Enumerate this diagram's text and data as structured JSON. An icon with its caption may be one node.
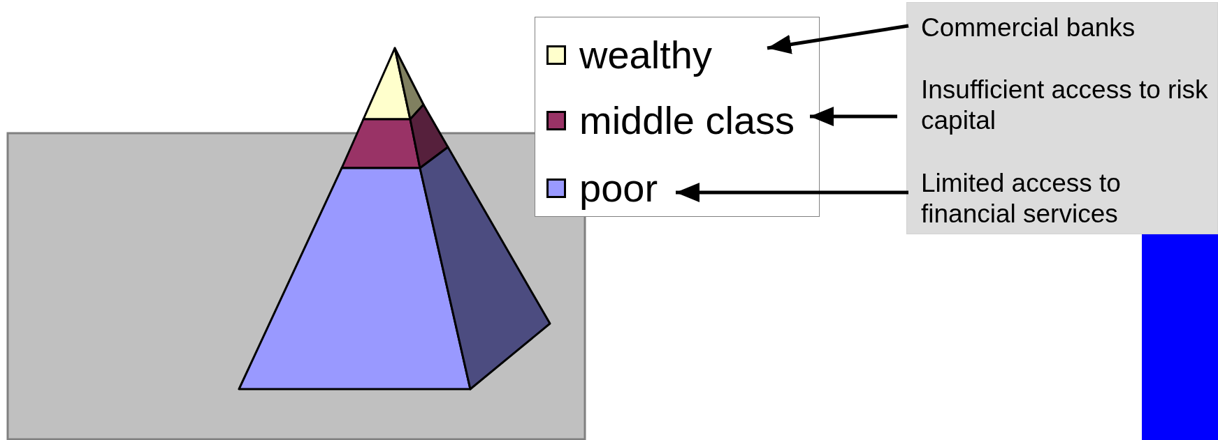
{
  "diagram": {
    "nodes": [
      {
        "text": [],
        "shape": "box"
      },
      {
        "text": [
          "wealthy"
        ],
        "in": 0
      },
      {
        "text": [
          "middle class"
        ],
        "in": 0
      },
      {
        "text": [
          "poor"
        ],
        "in": 0
      },
      {
        "text": [],
        "shape": "box"
      },
      {
        "text": [
          "Commercial banks"
        ],
        "in": 4
      },
      {
        "text": [
          "Insufficient access to risk capital"
        ],
        "in": 4
      },
      {
        "text": [
          "Limited access to financial services"
        ],
        "in": 4
      },
      {
        "text": [],
        "shape": "bar"
      }
    ],
    "edges": [
      {
        "from": 5,
        "to": 1,
        "arrow": "to"
      },
      {
        "from": 6,
        "to": 2,
        "arrow": "to"
      },
      {
        "from": 7,
        "to": 3,
        "arrow": "to"
      }
    ]
  }
}
